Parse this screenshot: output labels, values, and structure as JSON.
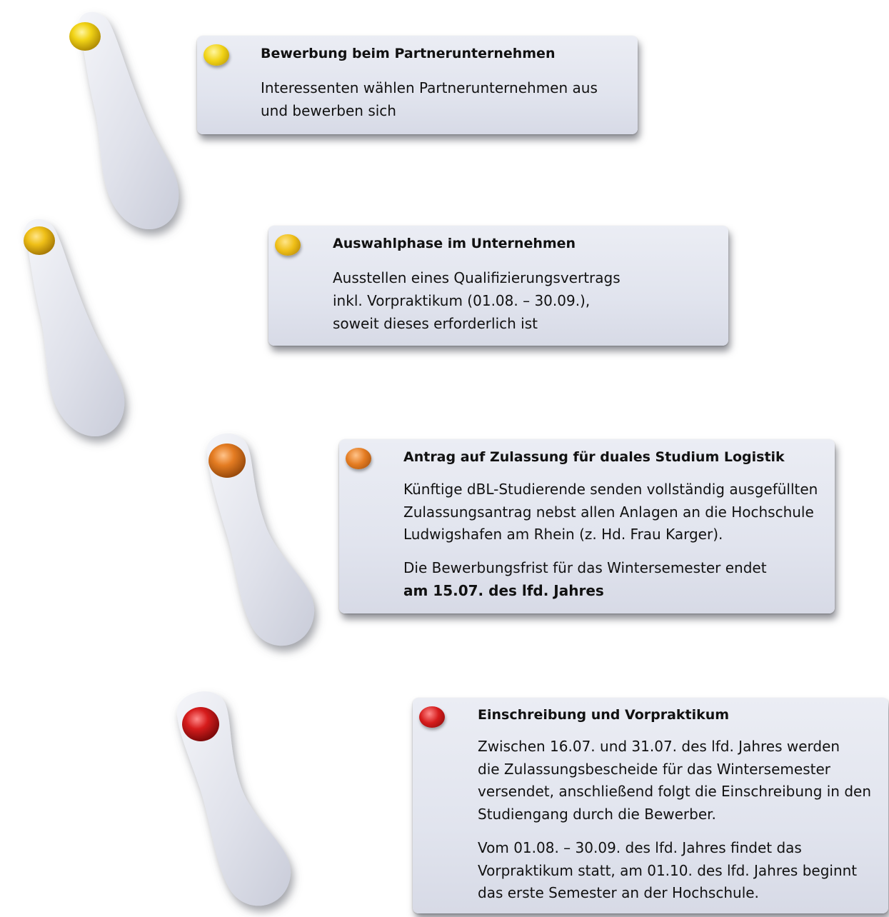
{
  "colors": {
    "step1_dot": "#f1d316",
    "step2_dot": "#efbf17",
    "step3_dot": "#e47c22",
    "step4_dot": "#d61c1c",
    "box_fill": "#e4e6ee",
    "foot_fill": "#dfe1ea"
  },
  "steps": [
    {
      "title": "Bewerbung beim Partnerunternehmen",
      "paragraphs": [
        [
          "Interessenten wählen Partnerunternehmen aus",
          "und bewerben sich"
        ]
      ]
    },
    {
      "title": "Auswahlphase im Unternehmen",
      "paragraphs": [
        [
          "Ausstellen eines Qualifizierungsvertrags",
          "inkl. Vorpraktikum (01.08. – 30.09.),",
          "soweit dieses erforderlich ist"
        ]
      ]
    },
    {
      "title": "Antrag auf Zulassung für duales Studium Logistik",
      "paragraphs": [
        [
          "Künftige dBL-Studierende senden vollständig ausgefüllten",
          "Zulassungsantrag nebst allen Anlagen an die Hochschule",
          "Ludwigshafen am Rhein (z. Hd. Frau Karger)."
        ],
        [
          "Die Bewerbungsfrist für das Wintersemester endet"
        ],
        [
          "am 15.07. des lfd. Jahres"
        ]
      ]
    },
    {
      "title": "Einschreibung und Vorpraktikum",
      "paragraphs": [
        [
          "Zwischen 16.07. und 31.07. des lfd. Jahres werden",
          "die Zulassungsbescheide für das Wintersemester",
          "versendet, anschließend folgt die Einschreibung in den",
          "Studiengang durch die Bewerber."
        ],
        [
          "Vom 01.08. – 30.09. des lfd. Jahres findet das",
          "Vorpraktikum statt, am 01.10. des lfd. Jahres beginnt",
          "das erste Semester an der Hochschule."
        ]
      ]
    }
  ]
}
